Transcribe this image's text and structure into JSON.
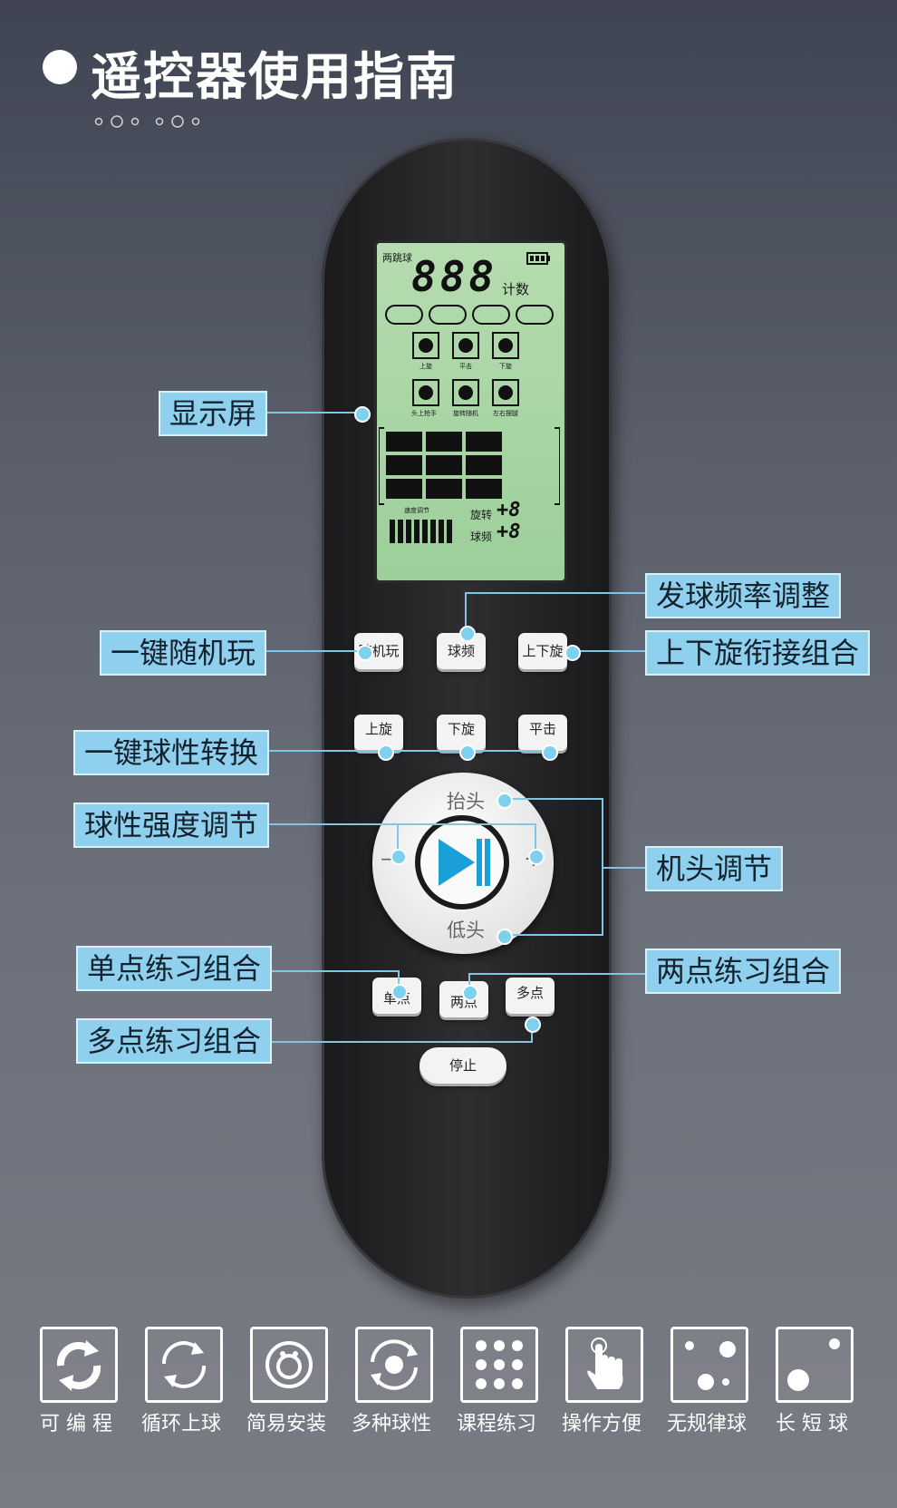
{
  "title": "遥控器使用指南",
  "lcd": {
    "mode": "两跳球",
    "digits": "888",
    "count_label": "计数",
    "icon_row1": [
      "上旋",
      "平击",
      "下旋"
    ],
    "icon_row2": [
      "头上抢手",
      "旋转随机",
      "左右摆腿"
    ],
    "bottom_left_label": "速度调节",
    "spin_label": "旋转",
    "spin_value": "+8",
    "freq_label": "球频",
    "freq_value": "+8"
  },
  "buttons": {
    "random": "随机玩",
    "freq": "球频",
    "updown": "上下旋",
    "topspin": "上旋",
    "backspin": "下旋",
    "flat": "平击",
    "head_up": "抬头",
    "head_down": "低头",
    "minus": "—",
    "plus": "+",
    "single": "单点",
    "double": "两点",
    "multi": "多点",
    "stop": "停止"
  },
  "labels": {
    "display": "显示屏",
    "freq_adjust": "发球频率调整",
    "random_play": "一键随机玩",
    "updown_combo": "上下旋衔接组合",
    "spin_switch": "一键球性转换",
    "spin_strength": "球性强度调节",
    "head_adjust": "机头调节",
    "single_combo": "单点练习组合",
    "double_combo": "两点练习组合",
    "multi_combo": "多点练习组合"
  },
  "features": [
    {
      "label": "可 编 程",
      "icon": "programmable-icon"
    },
    {
      "label": "循环上球",
      "icon": "loop-icon"
    },
    {
      "label": "简易安装",
      "icon": "install-icon"
    },
    {
      "label": "多种球性",
      "icon": "spin-types-icon"
    },
    {
      "label": "课程练习",
      "icon": "course-icon"
    },
    {
      "label": "操作方便",
      "icon": "touch-icon"
    },
    {
      "label": "无规律球",
      "icon": "irregular-icon"
    },
    {
      "label": "长 短 球",
      "icon": "long-short-icon"
    }
  ],
  "colors": {
    "accent": "#8ed0ee",
    "play": "#1a9fd6"
  }
}
